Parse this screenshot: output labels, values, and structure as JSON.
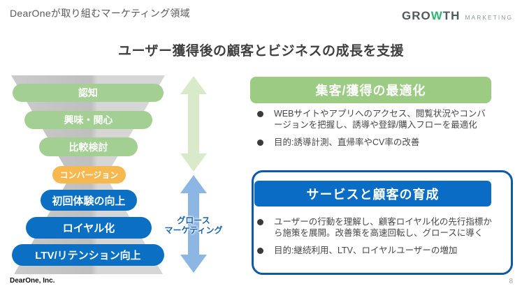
{
  "slide": {
    "header_title": "DearOneが取り組むマーケティング領域",
    "main_title": "ユーザー獲得後の顧客とビジネスの成長を支援",
    "footer": {
      "company": "DearOne, Inc.",
      "page_number": "8"
    }
  },
  "logo": {
    "gro": "GRO",
    "w": "W",
    "th": "TH",
    "marketing": "MARKETING"
  },
  "funnel": {
    "stages": [
      {
        "label": "認知",
        "color_type": "green"
      },
      {
        "label": "興味・関心",
        "color_type": "green"
      },
      {
        "label": "比較検討",
        "color_type": "green"
      },
      {
        "label": "コンバージョン",
        "color_type": "orange"
      },
      {
        "label": "初回体験の向上",
        "color_type": "blue"
      },
      {
        "label": "ロイヤル化",
        "color_type": "blue"
      },
      {
        "label": "LTV/リテンション向上",
        "color_type": "blue"
      }
    ],
    "growth_label_line1": "グロース",
    "growth_label_line2": "マーケティング"
  },
  "sections": [
    {
      "title": "集客/獲得の最適化",
      "bullets": [
        "WEBサイトやアプリへのアクセス、閲覧状況やコンバージョンを把握し、誘導や登録/購入フローを最適化",
        "目的:誘導計測、直帰率やCV率の改善"
      ]
    },
    {
      "title": "サービスと顧客の育成",
      "bullets": [
        "ユーザーの行動を理解し、顧客ロイヤル化の先行指標から施策を展開。改善策を高速回転し、グロースに導く",
        "目的:継続利用、LTV、ロイヤルユーザーの増加"
      ]
    }
  ],
  "colors": {
    "funnel_green": "#a3cf93",
    "funnel_orange": "#f6b84f",
    "funnel_blue": "#0b70c4",
    "section_green": "#9ccb84",
    "section_blue": "#0a6cc4",
    "blue_box_border": "#0e5aa7",
    "arrow_green": "#d8eaca",
    "arrow_blue": "#8cb6e3",
    "growth_label_blue": "#1b63ad",
    "logo_green": "#2db673"
  }
}
